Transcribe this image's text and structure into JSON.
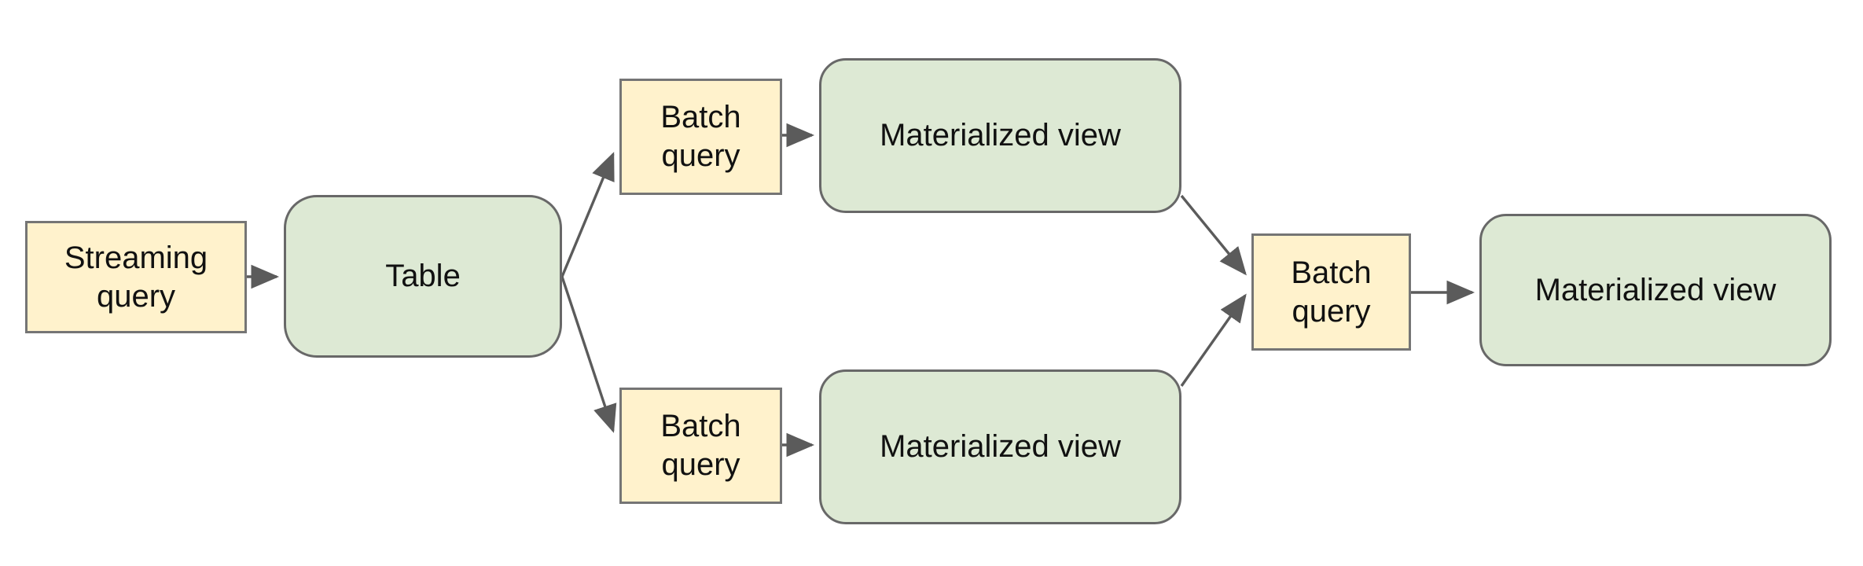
{
  "diagram": {
    "kind": "dataflow-diagram",
    "background_color": "#ffffff",
    "colors": {
      "query_node_fill": "#fff2cc",
      "query_node_border": "#757575",
      "green_node_fill": "#dde9d4",
      "green_node_border": "#686868",
      "arrow": "#5b5b5b",
      "text": "#111111"
    },
    "nodes": [
      {
        "id": "streaming-query",
        "label": "Streaming query",
        "shape": "rectangle",
        "fill": "#fff2cc"
      },
      {
        "id": "table",
        "label": "Table",
        "shape": "rounded-rectangle",
        "fill": "#dde9d4"
      },
      {
        "id": "batch-query-top",
        "label": "Batch query",
        "shape": "rectangle",
        "fill": "#fff2cc"
      },
      {
        "id": "mv-top",
        "label": "Materialized view",
        "shape": "rounded-rectangle",
        "fill": "#dde9d4"
      },
      {
        "id": "batch-query-bottom",
        "label": "Batch query",
        "shape": "rectangle",
        "fill": "#fff2cc"
      },
      {
        "id": "mv-bottom",
        "label": "Materialized view",
        "shape": "rounded-rectangle",
        "fill": "#dde9d4"
      },
      {
        "id": "batch-query-right",
        "label": "Batch query",
        "shape": "rectangle",
        "fill": "#fff2cc"
      },
      {
        "id": "mv-final",
        "label": "Materialized view",
        "shape": "rounded-rectangle",
        "fill": "#dde9d4"
      }
    ],
    "edges": [
      {
        "from": "streaming-query",
        "to": "table"
      },
      {
        "from": "table",
        "to": "batch-query-top"
      },
      {
        "from": "table",
        "to": "batch-query-bottom"
      },
      {
        "from": "batch-query-top",
        "to": "mv-top"
      },
      {
        "from": "batch-query-bottom",
        "to": "mv-bottom"
      },
      {
        "from": "mv-top",
        "to": "batch-query-right"
      },
      {
        "from": "mv-bottom",
        "to": "batch-query-right"
      },
      {
        "from": "batch-query-right",
        "to": "mv-final"
      }
    ]
  }
}
